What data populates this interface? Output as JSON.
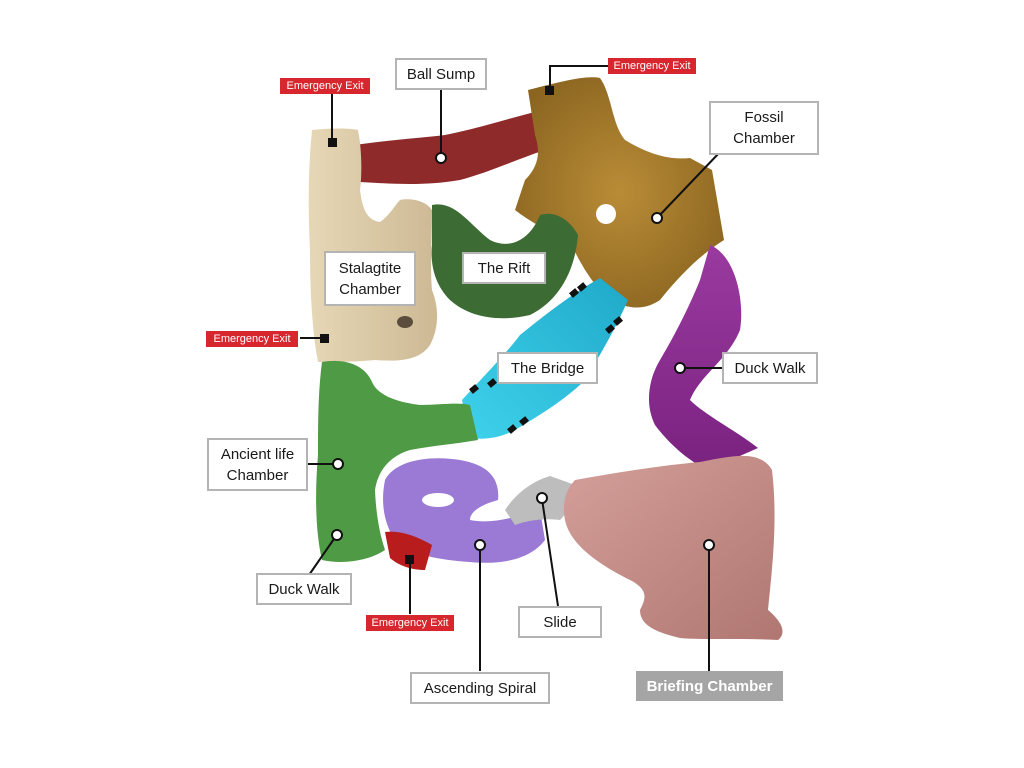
{
  "labels": {
    "ball_sump": "Ball Sump",
    "fossil_chamber_1": "Fossil",
    "fossil_chamber_2": "Chamber",
    "stalagtite_chamber_1": "Stalagtite",
    "stalagtite_chamber_2": "Chamber",
    "the_rift": "The Rift",
    "the_bridge": "The Bridge",
    "duck_walk_right": "Duck Walk",
    "ancient_life_chamber_1": "Ancient life",
    "ancient_life_chamber_2": "Chamber",
    "duck_walk_left": "Duck Walk",
    "slide": "Slide",
    "ascending_spiral": "Ascending Spiral",
    "briefing_chamber": "Briefing Chamber"
  },
  "exits": {
    "top_left": "Emergency Exit",
    "top_right": "Emergency Exit",
    "left": "Emergency Exit",
    "bottom": "Emergency Exit"
  },
  "colors": {
    "stalagtite": "#dccba8",
    "ball_sump": "#8e2a2a",
    "fossil": "#a37a2a",
    "rift": "#3c6b33",
    "bridge": "#2fc0de",
    "duck_walk_purple": "#8c2e92",
    "ancient_life": "#4f9a44",
    "spiral": "#9a7ad4",
    "slide": "#b8b8b8",
    "briefing": "#c48c87",
    "exit_red": "#d7262d"
  }
}
